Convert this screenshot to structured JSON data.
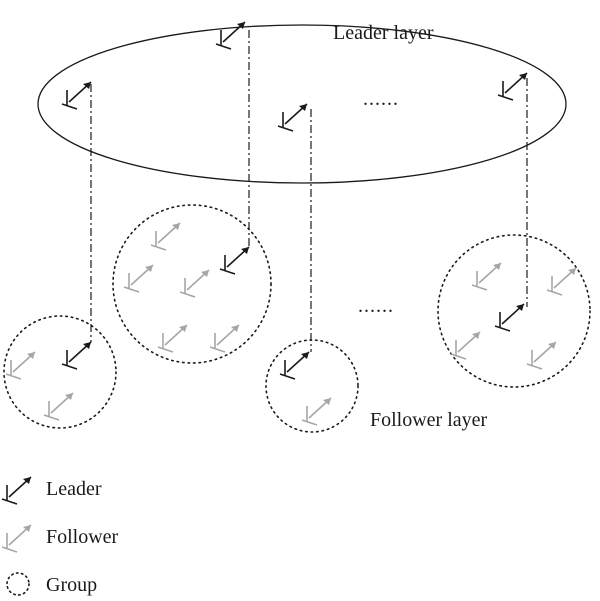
{
  "labels": {
    "leader_layer": "Leader layer",
    "follower_layer": "Follower layer",
    "ellipsis_top": "......",
    "ellipsis_mid": "......"
  },
  "legend": {
    "leader": "Leader",
    "follower": "Follower",
    "group": "Group"
  },
  "colors": {
    "leader": "#1a1a1a",
    "follower": "#a6a6a6",
    "line": "#1a1a1a"
  },
  "icons": {
    "leader": "leader-arrow-icon",
    "follower": "follower-arrow-icon",
    "group": "group-circle-icon"
  }
}
